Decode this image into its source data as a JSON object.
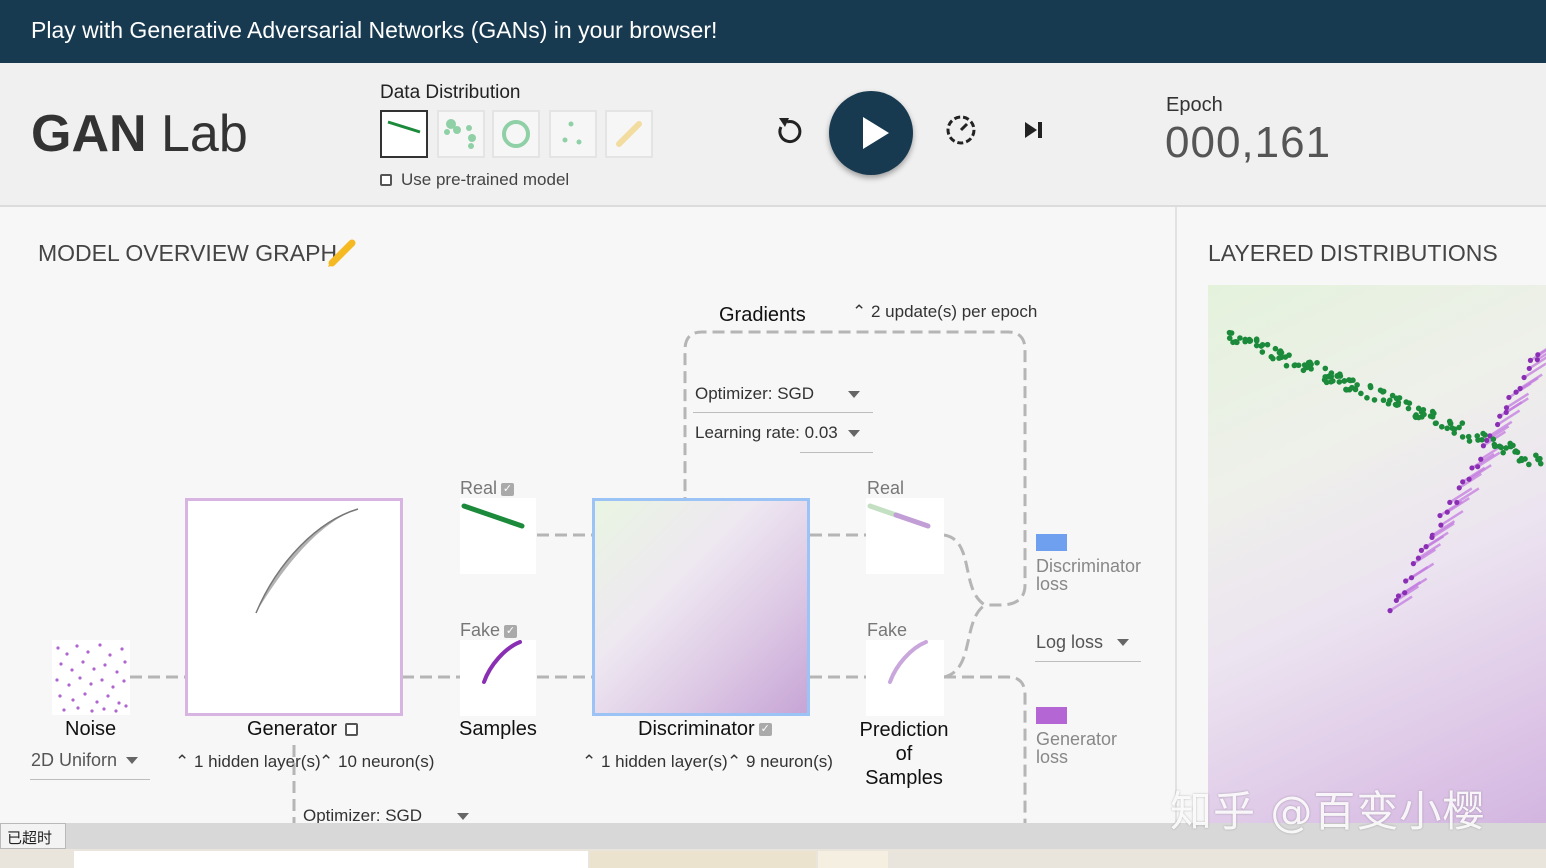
{
  "banner": {
    "text": "Play with Generative Adversarial Networks (GANs) in your browser!"
  },
  "header": {
    "logo_bold": "GAN",
    "logo_light": "Lab",
    "data_distribution_title": "Data Distribution",
    "pretrained_label": "Use pre-trained model",
    "pretrained_checked": false,
    "distributions": [
      "line",
      "gaussian-clusters",
      "ring",
      "dots",
      "draw"
    ],
    "selected_distribution": "line",
    "controls": [
      "reset-icon",
      "play-icon",
      "slow-motion-icon",
      "step-icon"
    ],
    "epoch_label": "Epoch",
    "epoch_value": "000,161"
  },
  "overview": {
    "title": "MODEL OVERVIEW GRAPH",
    "edit_icon": "pencil-icon",
    "gradients_label": "Gradients",
    "updates_per_epoch": "2 update(s) per epoch",
    "disc_optimizer": {
      "label": "Optimizer:",
      "value": "SGD"
    },
    "disc_learning_rate": {
      "label": "Learning rate:",
      "value": "0.03"
    },
    "noise": {
      "label": "Noise",
      "dist_value": "2D Uniforn"
    },
    "generator": {
      "label": "Generator",
      "hidden_layers": "1 hidden layer(s)",
      "neurons": "10 neuron(s)"
    },
    "gen_optimizer": {
      "label": "Optimizer:",
      "value": "SGD"
    },
    "samples": {
      "real_label": "Real",
      "fake_label": "Fake",
      "label": "Samples"
    },
    "discriminator": {
      "label": "Discriminator",
      "hidden_layers": "1 hidden layer(s)",
      "neurons": "9 neuron(s)"
    },
    "prediction": {
      "real_label": "Real",
      "fake_label": "Fake",
      "label_line1": "Prediction of",
      "label_line2": "Samples"
    },
    "loss": {
      "disc_label_line1": "Discriminator",
      "disc_label_line2": "loss",
      "disc_color": "#6fa0f0",
      "type_value": "Log loss",
      "gen_label_line1": "Generator",
      "gen_label_line2": "loss",
      "gen_color": "#b466d4"
    }
  },
  "layered": {
    "title": "LAYERED DISTRIBUTIONS"
  },
  "colors": {
    "banner": "#183a50",
    "real": "#1b8a3a",
    "fake": "#9b3fc2",
    "gen_border": "#d8b4e2",
    "disc_border": "#9cc3f5"
  },
  "status": {
    "timeout": "已超时"
  },
  "watermark": "知乎 @百变小樱"
}
